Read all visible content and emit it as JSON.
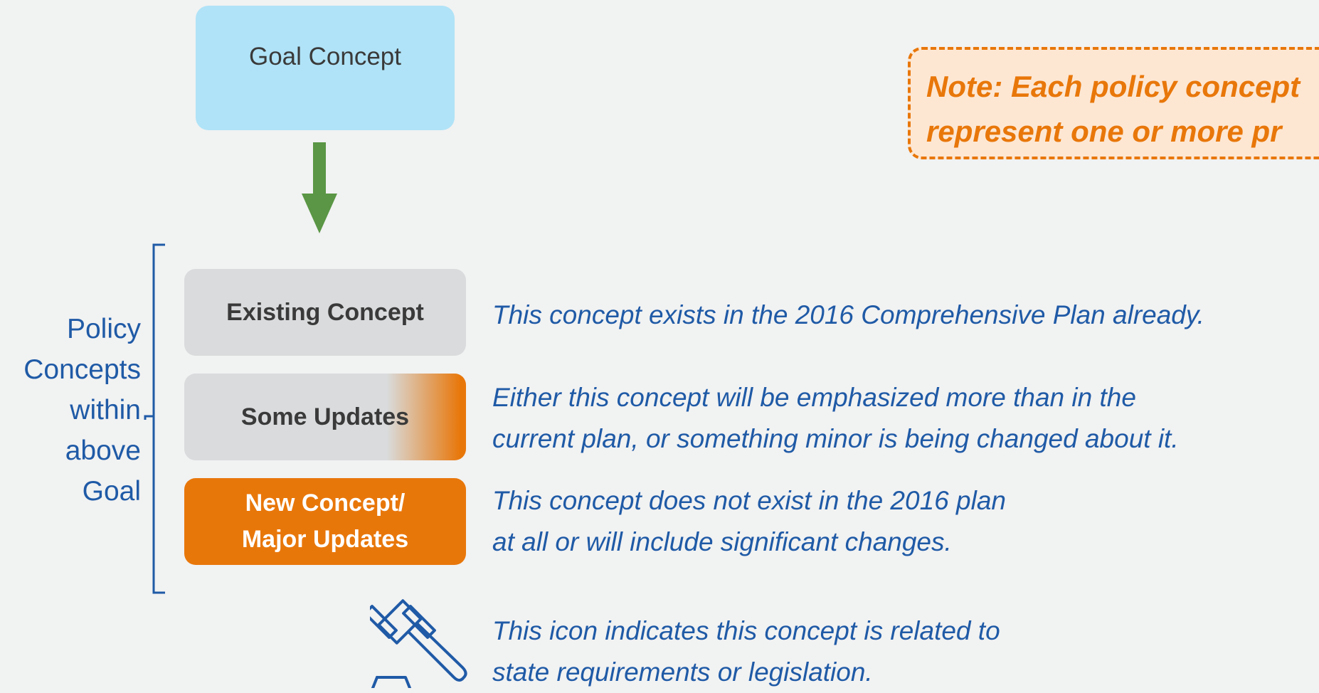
{
  "goal": {
    "label": "Goal Concept"
  },
  "note": {
    "line1": "Note: Each policy concept",
    "line2": "represent one or more pr"
  },
  "policy_label": {
    "lines": [
      "Policy",
      "Concepts",
      "within",
      "above",
      "Goal"
    ]
  },
  "concepts": [
    {
      "label": "Existing Concept",
      "description": "This concept exists in the 2016 Comprehensive Plan already."
    },
    {
      "label": "Some Updates",
      "description": "Either this concept will be emphasized more than in the\ncurrent plan, or something minor is being changed about it."
    },
    {
      "label": "New Concept/\nMajor Updates",
      "description": "This concept does not exist in the 2016 plan\nat all or will include significant changes."
    }
  ],
  "icon_legend": {
    "icon": "gavel-icon",
    "description": "This icon indicates this concept is related to\nstate requirements or legislation."
  },
  "colors": {
    "goal_fill": "#b0e3f7",
    "arrow": "#5a9645",
    "existing_fill": "#d9dbdc",
    "orange_accent": "#e8770a",
    "text_blue": "#1f5aa6",
    "note_fill": "#fde7d3"
  }
}
